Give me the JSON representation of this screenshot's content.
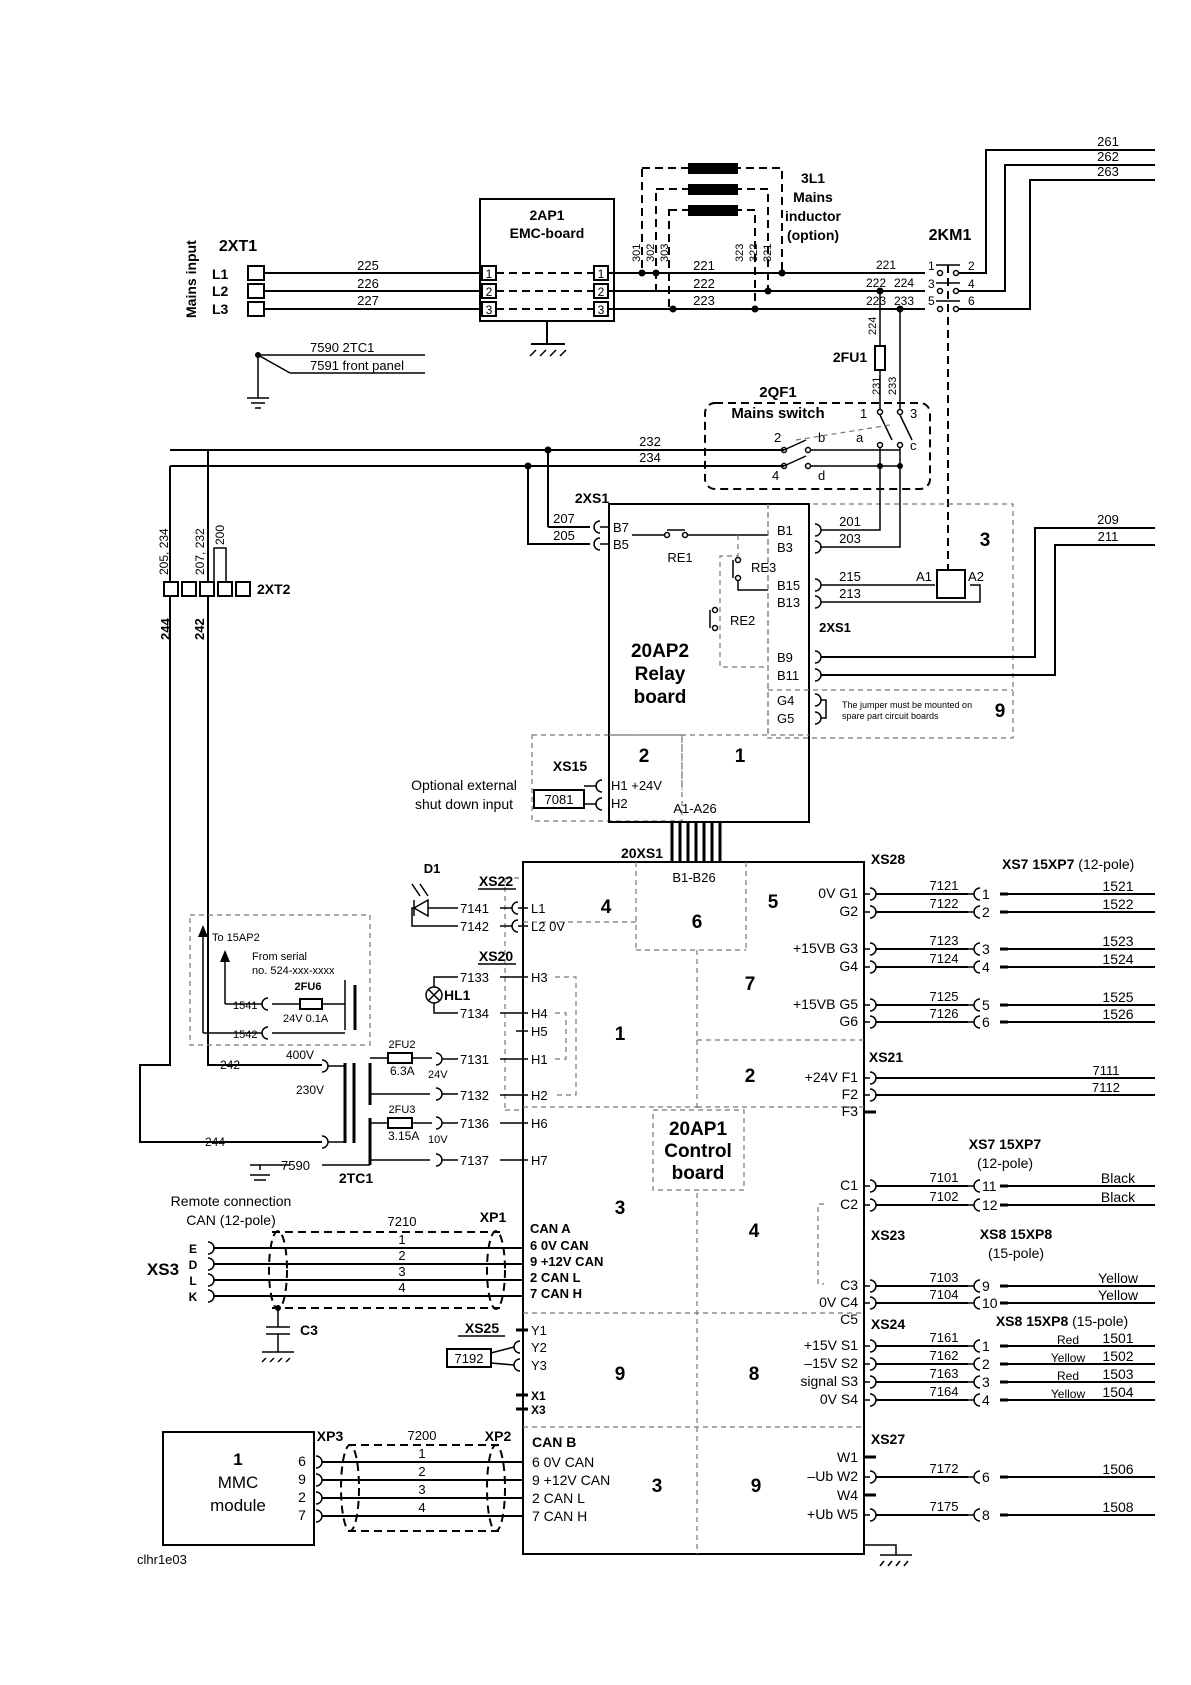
{
  "inductor": {
    "name": "3L1",
    "line1": "Mains",
    "line2": "inductor",
    "line3": "(option)",
    "wires": [
      "301",
      "302",
      "303",
      "323",
      "322",
      "321"
    ]
  },
  "mains": {
    "xt": "2XT1",
    "label": "Mains input",
    "phases": [
      "L1",
      "L2",
      "L3"
    ],
    "wires_in": [
      "225",
      "226",
      "227"
    ],
    "wires_mid": [
      "221",
      "222",
      "223"
    ]
  },
  "emc": {
    "name": "2AP1",
    "sub": "EMC-board",
    "in_terminals": [
      "1",
      "2",
      "3"
    ],
    "out_terminals": [
      "1",
      "2",
      "3"
    ]
  },
  "km": {
    "name": "2KM1",
    "wires_in": [
      "221",
      "222",
      "223"
    ],
    "wires_extra": [
      "224",
      "233"
    ],
    "pins_left": [
      "1",
      "3",
      "5"
    ],
    "pins_right": [
      "2",
      "4",
      "6"
    ],
    "out_wires": [
      "261",
      "262",
      "263"
    ]
  },
  "ground_note": {
    "line1": "7590 2TC1",
    "line2": "7591 front panel"
  },
  "fuse_fu1": {
    "name": "2FU1",
    "wire": "224",
    "out": [
      "231",
      "233"
    ]
  },
  "qf": {
    "name": "2QF1",
    "sub": "Mains switch",
    "pins": [
      "1",
      "3",
      "2",
      "b",
      "a",
      "c",
      "4",
      "d"
    ],
    "wires": [
      "232",
      "234"
    ]
  },
  "xt2": {
    "name": "2XT2",
    "wires_vert": [
      "205, 234",
      "207, 232",
      "200"
    ],
    "wires_low": [
      "244",
      "242"
    ]
  },
  "relay": {
    "xs1": "2XS1",
    "wire_b7": "207",
    "wire_b5": "205",
    "pin_b7": "B7",
    "pin_b5": "B5",
    "re1": "RE1",
    "re2": "RE2",
    "re3": "RE3",
    "name1": "20AP2",
    "name2": "Relay",
    "name3": "board",
    "pins_right": [
      "B1",
      "B3",
      "B15",
      "B13",
      "B9",
      "B11",
      "G4",
      "G5"
    ],
    "wires_right": [
      "201",
      "203",
      "215",
      "213"
    ],
    "xs1_right": "2XS1",
    "coil_a1": "A1",
    "coil_a2": "A2",
    "area3": "3",
    "area9": "9",
    "area1": "1",
    "area2": "2",
    "out_wires": [
      "209",
      "211"
    ],
    "jumper1": "The jumper must be mounted on",
    "jumper2": "spare part circuit boards",
    "xs15": "XS15",
    "h1": "H1 +24V",
    "h2": "H2",
    "box7081": "7081",
    "ext1": "Optional external",
    "ext2": "shut down input",
    "a_range": "A1-A26",
    "xs1b": "20XS1",
    "b_range": "B1-B26"
  },
  "control": {
    "name1": "20AP1",
    "name2": "Control",
    "name3": "board",
    "areas": [
      "4",
      "6",
      "5",
      "7",
      "1",
      "2",
      "3",
      "4",
      "9",
      "8",
      "3",
      "9"
    ],
    "xs22": "XS22",
    "d1": "D1",
    "l1": "L1",
    "l2": "L2  0V",
    "w7141": "7141",
    "w7142": "7142",
    "xs20": "XS20",
    "hl1": "HL1",
    "w7133": "7133",
    "w7134": "7134",
    "w7131": "7131",
    "w7132": "7132",
    "w7136": "7136",
    "w7137": "7137",
    "h_pins": [
      "H3",
      "H4",
      "H5",
      "H1",
      "H2",
      "H6",
      "H7"
    ],
    "fu2": "2FU2",
    "fu2v": "6.3A",
    "fu2u": "24V",
    "fu3": "2FU3",
    "fu3v": "3.15A",
    "fu3u": "10V",
    "tc": "2TC1",
    "v400": "400V",
    "v230": "230V",
    "w242": "242",
    "w244": "244",
    "w7590": "7590",
    "note_to": "To 15AP2",
    "note_from1": "From serial",
    "note_from2": "no. 524-xxx-xxxx",
    "fu6": "2FU6",
    "fu6v": "24V  0.1A",
    "w1541": "1541",
    "w1542": "1542",
    "remote1": "Remote connection",
    "remote2": "CAN  (12-pole)",
    "xs3": "XS3",
    "w7210": "7210",
    "xp1": "XP1",
    "xs3_pins": [
      "E",
      "D",
      "L",
      "K"
    ],
    "cable_nums": [
      "1",
      "2",
      "3",
      "4"
    ],
    "cana": [
      "CAN A",
      "6  0V CAN",
      "9  +12V CAN",
      "2  CAN L",
      "7  CAN H"
    ],
    "c3": "C3",
    "xs25": "XS25",
    "y_pins": [
      "Y1",
      "Y2",
      "Y3"
    ],
    "x_pins": [
      "X1",
      "X3"
    ],
    "box7192": "7192",
    "xp3": "XP3",
    "w7200": "7200",
    "xp2": "XP2",
    "mmc": [
      "1",
      "MMC",
      "module"
    ],
    "mmc_pins": [
      "6",
      "9",
      "2",
      "7"
    ],
    "canb": [
      "CAN B",
      "6  0V CAN",
      "9  +12V CAN",
      "2  CAN L",
      "7  CAN H"
    ],
    "footer": "clhr1e03"
  },
  "right": {
    "xs28": "XS28",
    "xs7a": "XS7  15XP7",
    "xs7a_sub": "(12-pole)",
    "g_labels": [
      "0V  G1",
      "G2",
      "+15VB G3",
      "G4",
      "+15VB G5",
      "G6"
    ],
    "g_wires": [
      "7121",
      "7122",
      "7123",
      "7124",
      "7125",
      "7126"
    ],
    "g_pins": [
      "1",
      "2",
      "3",
      "4",
      "5",
      "6"
    ],
    "g_out": [
      "1521",
      "1522",
      "1523",
      "1524",
      "1525",
      "1526"
    ],
    "xs21": "XS21",
    "f_labels": [
      "+24V F1",
      "F2",
      "F3"
    ],
    "f_wires": [
      "7111",
      "7112"
    ],
    "xs7b": "XS7  15XP7",
    "xs7b_sub": "(12-pole)",
    "c_labels": [
      "C1",
      "C2",
      "C3",
      "0V C4",
      "C5"
    ],
    "c_wires": [
      "7101",
      "7102",
      "7103",
      "7104"
    ],
    "c_pins": [
      "11",
      "12",
      "9",
      "10"
    ],
    "c_out": [
      "Black",
      "Black",
      "Yellow",
      "Yellow"
    ],
    "xs23": "XS23",
    "xs8a": "XS8  15XP8",
    "xs8a_sub": "(15-pole)",
    "xs24": "XS24",
    "xs8b": "XS8  15XP8",
    "xs8b_sub": "(15-pole)",
    "s_labels": [
      "+15V S1",
      "–15V S2",
      "signal S3",
      "0V S4"
    ],
    "s_wires": [
      "7161",
      "7162",
      "7163",
      "7164"
    ],
    "s_pins": [
      "1",
      "2",
      "3",
      "4"
    ],
    "s_colors": [
      "Red",
      "Yellow",
      "Red",
      "Yellow"
    ],
    "s_out": [
      "1501",
      "1502",
      "1503",
      "1504"
    ],
    "xs27": "XS27",
    "w_labels": [
      "W1",
      "–Ub W2",
      "W4",
      "+Ub W5"
    ],
    "w_wires": [
      "7172",
      "7175"
    ],
    "w_pins": [
      "6",
      "8"
    ],
    "w_out": [
      "1506",
      "1508"
    ]
  }
}
